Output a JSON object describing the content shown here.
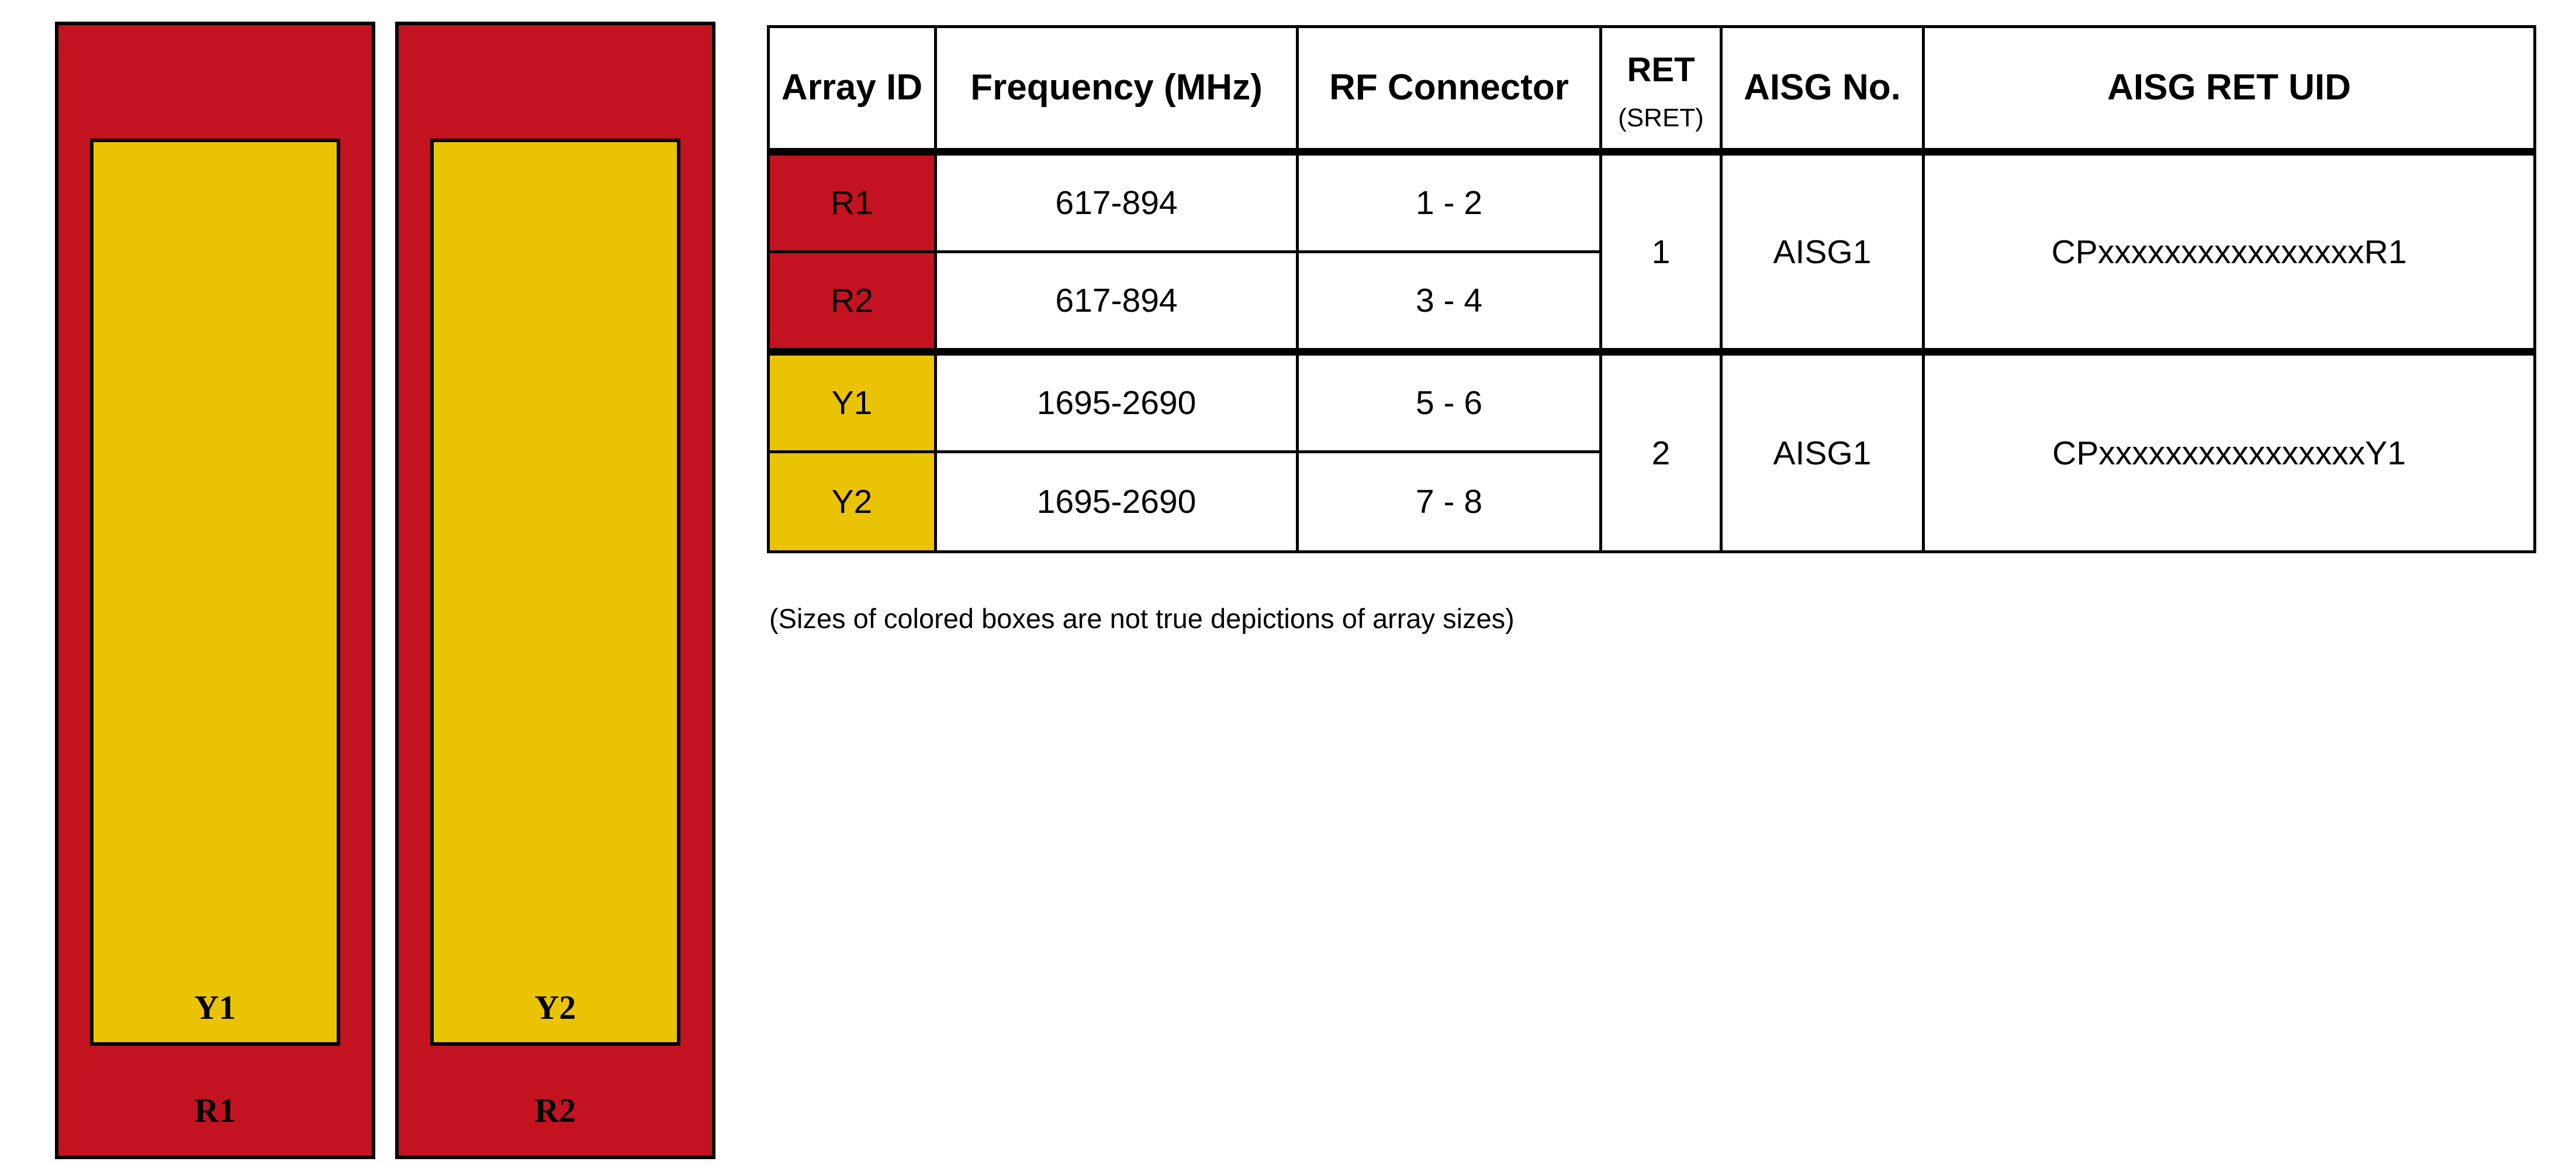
{
  "colors": {
    "array_red": "#C31320",
    "array_yellow": "#EAC402",
    "border_black": "#000000",
    "background": "#FFFFFF"
  },
  "panel": {
    "arrays": [
      {
        "outer_label": "R1",
        "inner_label": "Y1",
        "outer_color": "red",
        "inner_color": "yellow"
      },
      {
        "outer_label": "R2",
        "inner_label": "Y2",
        "outer_color": "red",
        "inner_color": "yellow"
      }
    ]
  },
  "table": {
    "header": {
      "array_id": "Array ID",
      "frequency": "Frequency (MHz)",
      "rf_connector": "RF Connector",
      "ret": "RET",
      "ret_sub": "(SRET)",
      "aisg_no": "AISG No.",
      "aisg_ret_uid": "AISG RET UID"
    },
    "rows": [
      {
        "array_id": "R1",
        "color": "red",
        "frequency": "617-894",
        "rf_connector": "1 - 2"
      },
      {
        "array_id": "R2",
        "color": "red",
        "frequency": "617-894",
        "rf_connector": "3 - 4"
      },
      {
        "array_id": "Y1",
        "color": "yellow",
        "frequency": "1695-2690",
        "rf_connector": "5 - 6"
      },
      {
        "array_id": "Y2",
        "color": "yellow",
        "frequency": "1695-2690",
        "rf_connector": "7 - 8"
      }
    ],
    "ret_groups": [
      {
        "ret": "1",
        "aisg_no": "AISG1",
        "aisg_ret_uid": "CPxxxxxxxxxxxxxxxxR1"
      },
      {
        "ret": "2",
        "aisg_no": "AISG1",
        "aisg_ret_uid": "CPxxxxxxxxxxxxxxxxY1"
      }
    ]
  },
  "note": "(Sizes of colored boxes are not true depictions of array sizes)"
}
